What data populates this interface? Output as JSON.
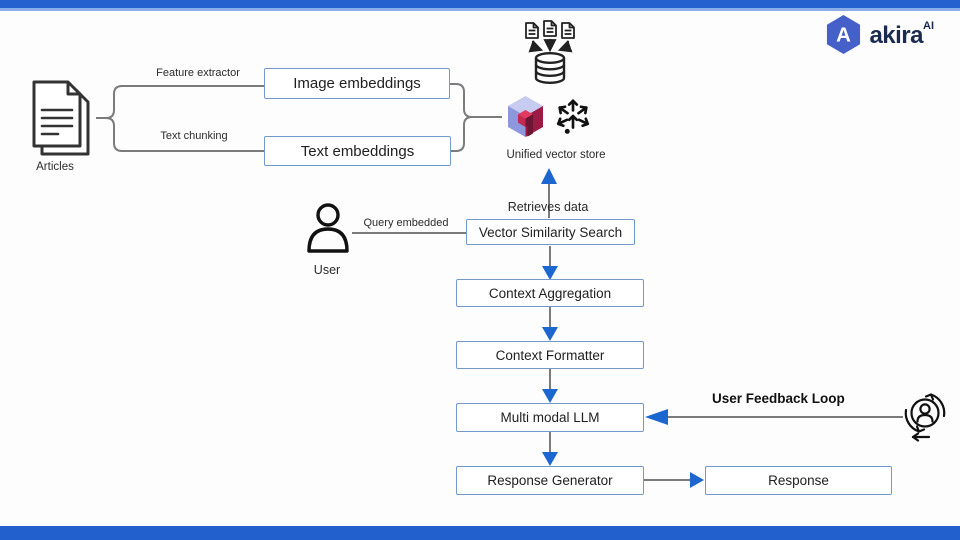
{
  "brand": {
    "name": "akira",
    "suffix": "AI"
  },
  "colors": {
    "frame_blue": "#2463cf",
    "frame_blue_light": "#8aafe8",
    "box_border_blue": "#7399cc",
    "arrow_blue": "#1c66d0",
    "connector_gray": "#7b7b7b",
    "logo_hex_blue": "#4560c8",
    "logo_navy": "#1b2a4d",
    "cube_red": "#9c1b45",
    "cube_lavender": "#8d97dd"
  },
  "labels": {
    "articles": "Articles",
    "feature_extractor": "Feature extractor",
    "text_chunking": "Text chunking",
    "image_embeddings": "Image embeddings",
    "text_embeddings": "Text embeddings",
    "unified_vector_store": "Unified vector store",
    "retrieves_data": "Retrieves data",
    "user": "User",
    "query_embedded": "Query embedded",
    "vector_similarity_search": "Vector Similarity Search",
    "context_aggregation": "Context Aggregation",
    "context_formatter": "Context Formatter",
    "multi_modal_llm": "Multi modal LLM",
    "user_feedback_loop": "User Feedback Loop",
    "response_generator": "Response Generator",
    "response": "Response"
  },
  "icons": {
    "articles": "document-stack-icon",
    "ingest": "documents-to-database-icon",
    "vector_cube": "vector-store-cube-icon",
    "vector_scatter": "vector-points-icon",
    "user": "person-icon",
    "feedback": "user-refresh-cycle-icon",
    "logo": "hexagon-a-icon"
  }
}
